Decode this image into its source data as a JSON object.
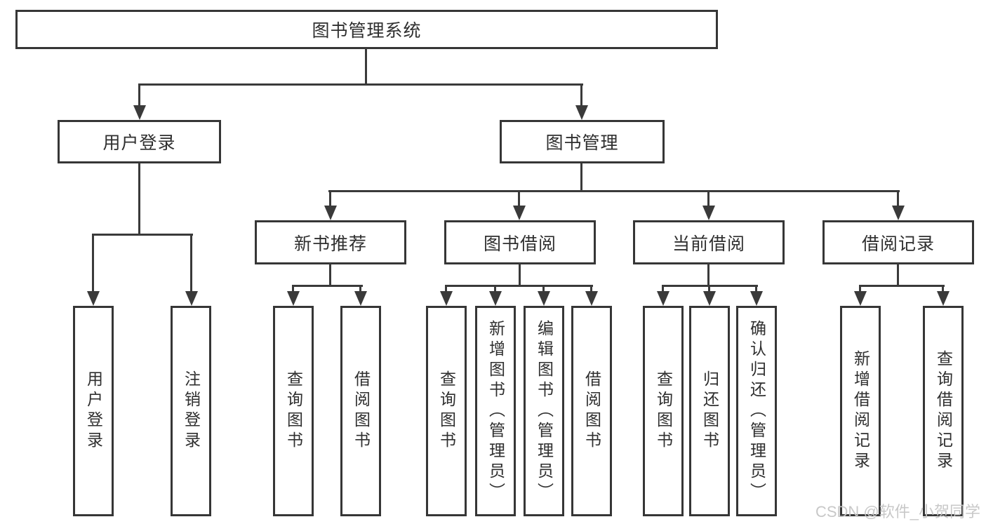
{
  "nodes": {
    "root": {
      "label": "图书管理系统"
    },
    "level2": [
      {
        "label": "用户登录"
      },
      {
        "label": "图书管理"
      }
    ],
    "level3": [
      {
        "label": "新书推荐"
      },
      {
        "label": "图书借阅"
      },
      {
        "label": "当前借阅"
      },
      {
        "label": "借阅记录"
      }
    ],
    "leaves": [
      {
        "label": "用户登录"
      },
      {
        "label": "注销登录"
      },
      {
        "label": "查询图书"
      },
      {
        "label": "借阅图书"
      },
      {
        "label": "查询图书"
      },
      {
        "label": "新增图书（管理员）"
      },
      {
        "label": "编辑图书（管理员）"
      },
      {
        "label": "借阅图书"
      },
      {
        "label": "查询图书"
      },
      {
        "label": "归还图书"
      },
      {
        "label": "确认归还（管理员）"
      },
      {
        "label": "新增借阅记录"
      },
      {
        "label": "查询借阅记录"
      }
    ]
  },
  "watermark": "CSDN @软件_小贺同学",
  "colors": {
    "line": "#3a3a3a",
    "background": "#ffffff",
    "watermark": "#c5c5c5"
  }
}
